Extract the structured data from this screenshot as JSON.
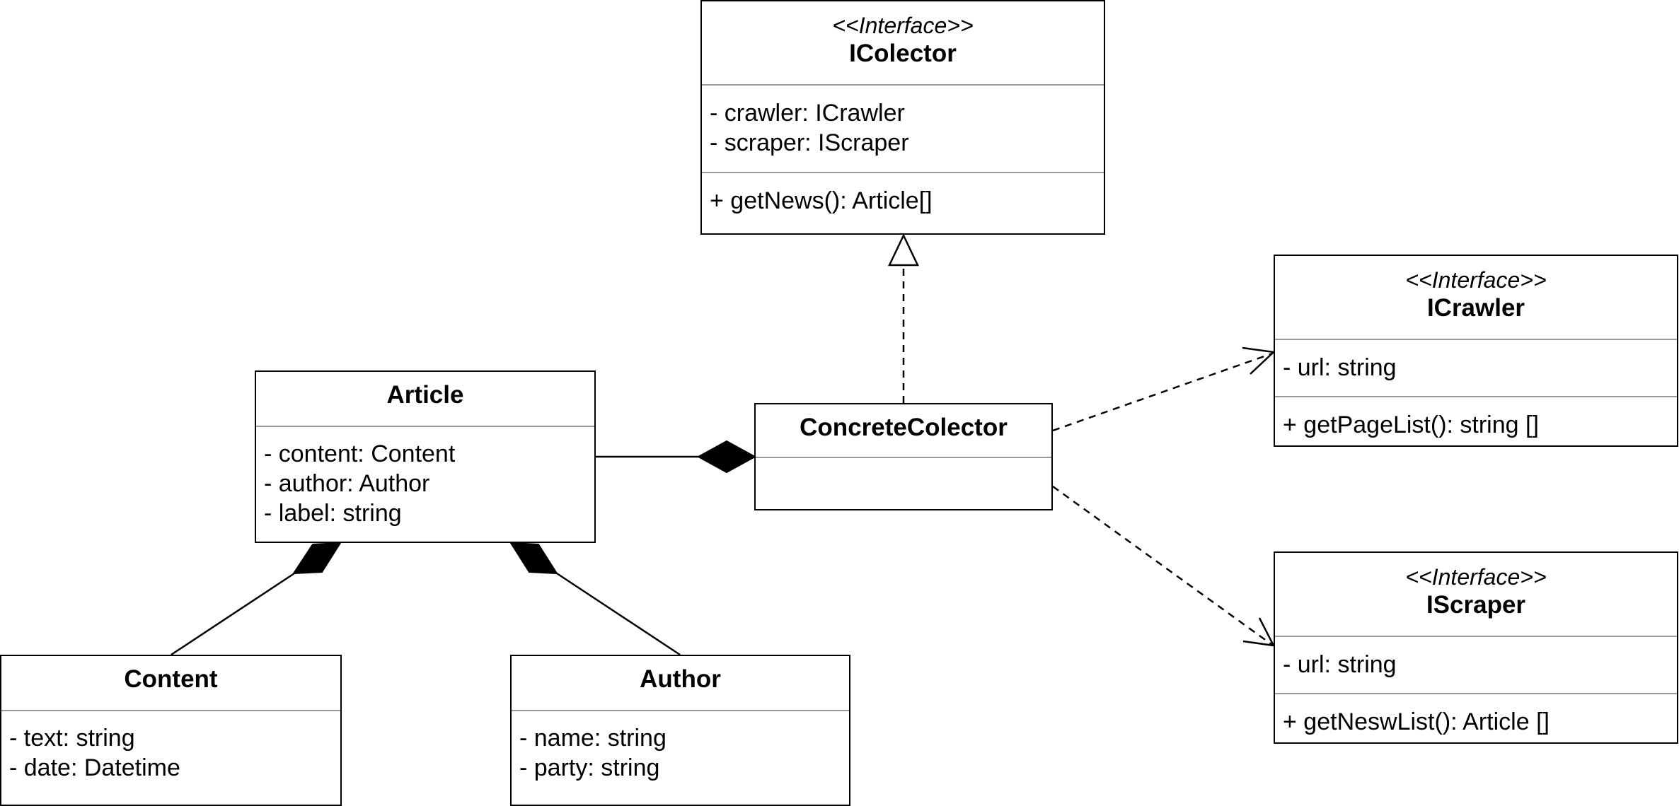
{
  "classes": {
    "icolector": {
      "stereotype": "<<Interface>>",
      "name": "IColector",
      "attributes": [
        "- crawler: ICrawler",
        "- scraper: IScraper"
      ],
      "methods": [
        "+ getNews(): Article[]"
      ]
    },
    "icrawler": {
      "stereotype": "<<Interface>>",
      "name": "ICrawler",
      "attributes": [
        "- url: string"
      ],
      "methods": [
        "+ getPageList(): string []"
      ]
    },
    "iscraper": {
      "stereotype": "<<Interface>>",
      "name": "IScraper",
      "attributes": [
        "- url: string"
      ],
      "methods": [
        "+ getNeswList(): Article []"
      ]
    },
    "article": {
      "name": "Article",
      "attributes": [
        "- content: Content",
        "- author: Author",
        "- label: string"
      ]
    },
    "concrete_colector": {
      "name": "ConcreteColector"
    },
    "content": {
      "name": "Content",
      "attributes": [
        "- text: string",
        "- date: Datetime"
      ]
    },
    "author": {
      "name": "Author",
      "attributes": [
        "- name: string",
        "- party: string"
      ]
    }
  },
  "relationships": [
    {
      "type": "realization",
      "from": "ConcreteColector",
      "to": "IColector"
    },
    {
      "type": "dependency",
      "from": "ConcreteColector",
      "to": "ICrawler"
    },
    {
      "type": "dependency",
      "from": "ConcreteColector",
      "to": "IScraper"
    },
    {
      "type": "composition",
      "whole": "ConcreteColector",
      "part": "Article"
    },
    {
      "type": "composition",
      "whole": "Article",
      "part": "Content"
    },
    {
      "type": "composition",
      "whole": "Article",
      "part": "Author"
    }
  ]
}
